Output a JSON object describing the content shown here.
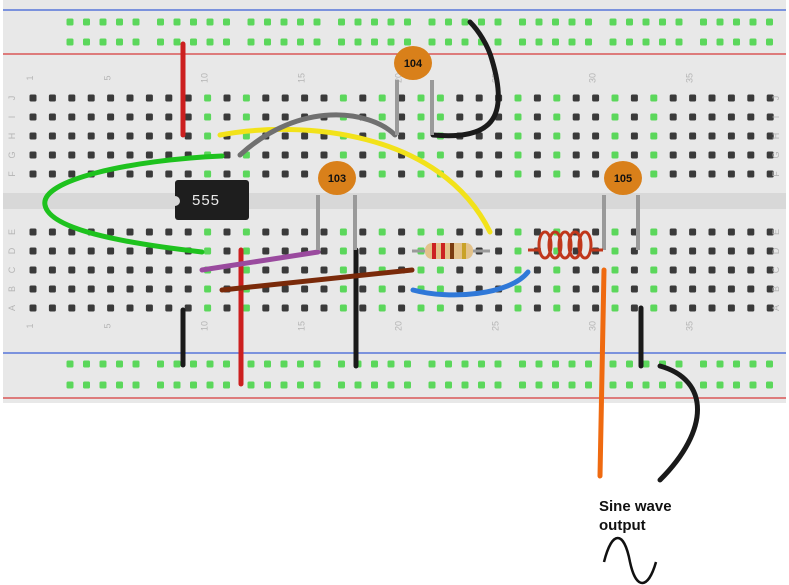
{
  "breadboard": {
    "column_numbers": [
      "1",
      "5",
      "10",
      "15",
      "20",
      "25",
      "30",
      "35"
    ],
    "upper_row_letters": [
      "J",
      "I",
      "H",
      "G",
      "F"
    ],
    "lower_row_letters": [
      "E",
      "D",
      "C",
      "B",
      "A"
    ]
  },
  "components": {
    "ic_label": "555",
    "cap_top_label": "104",
    "cap_mid_label": "103",
    "cap_right_label": "105"
  },
  "colors": {
    "board": "#e8e8e8",
    "rail_red": "#d63a3a",
    "rail_blue": "#3a5fd6",
    "hole_green": "#5bd75b",
    "wire_red": "#cc1f1f",
    "wire_black": "#1a1a1a",
    "wire_green": "#1ec21e",
    "wire_yellow": "#f2e21a",
    "wire_gray": "#707070",
    "wire_purple": "#9a4a9e",
    "wire_brown": "#7a2a0a",
    "wire_blue": "#2f78d8",
    "wire_orange": "#ef6a10",
    "capacitor": "#d9801a",
    "inductor": "#c0371b"
  },
  "output": {
    "line1": "Sine wave",
    "line2": "output",
    "icon": "sine-wave-icon"
  }
}
